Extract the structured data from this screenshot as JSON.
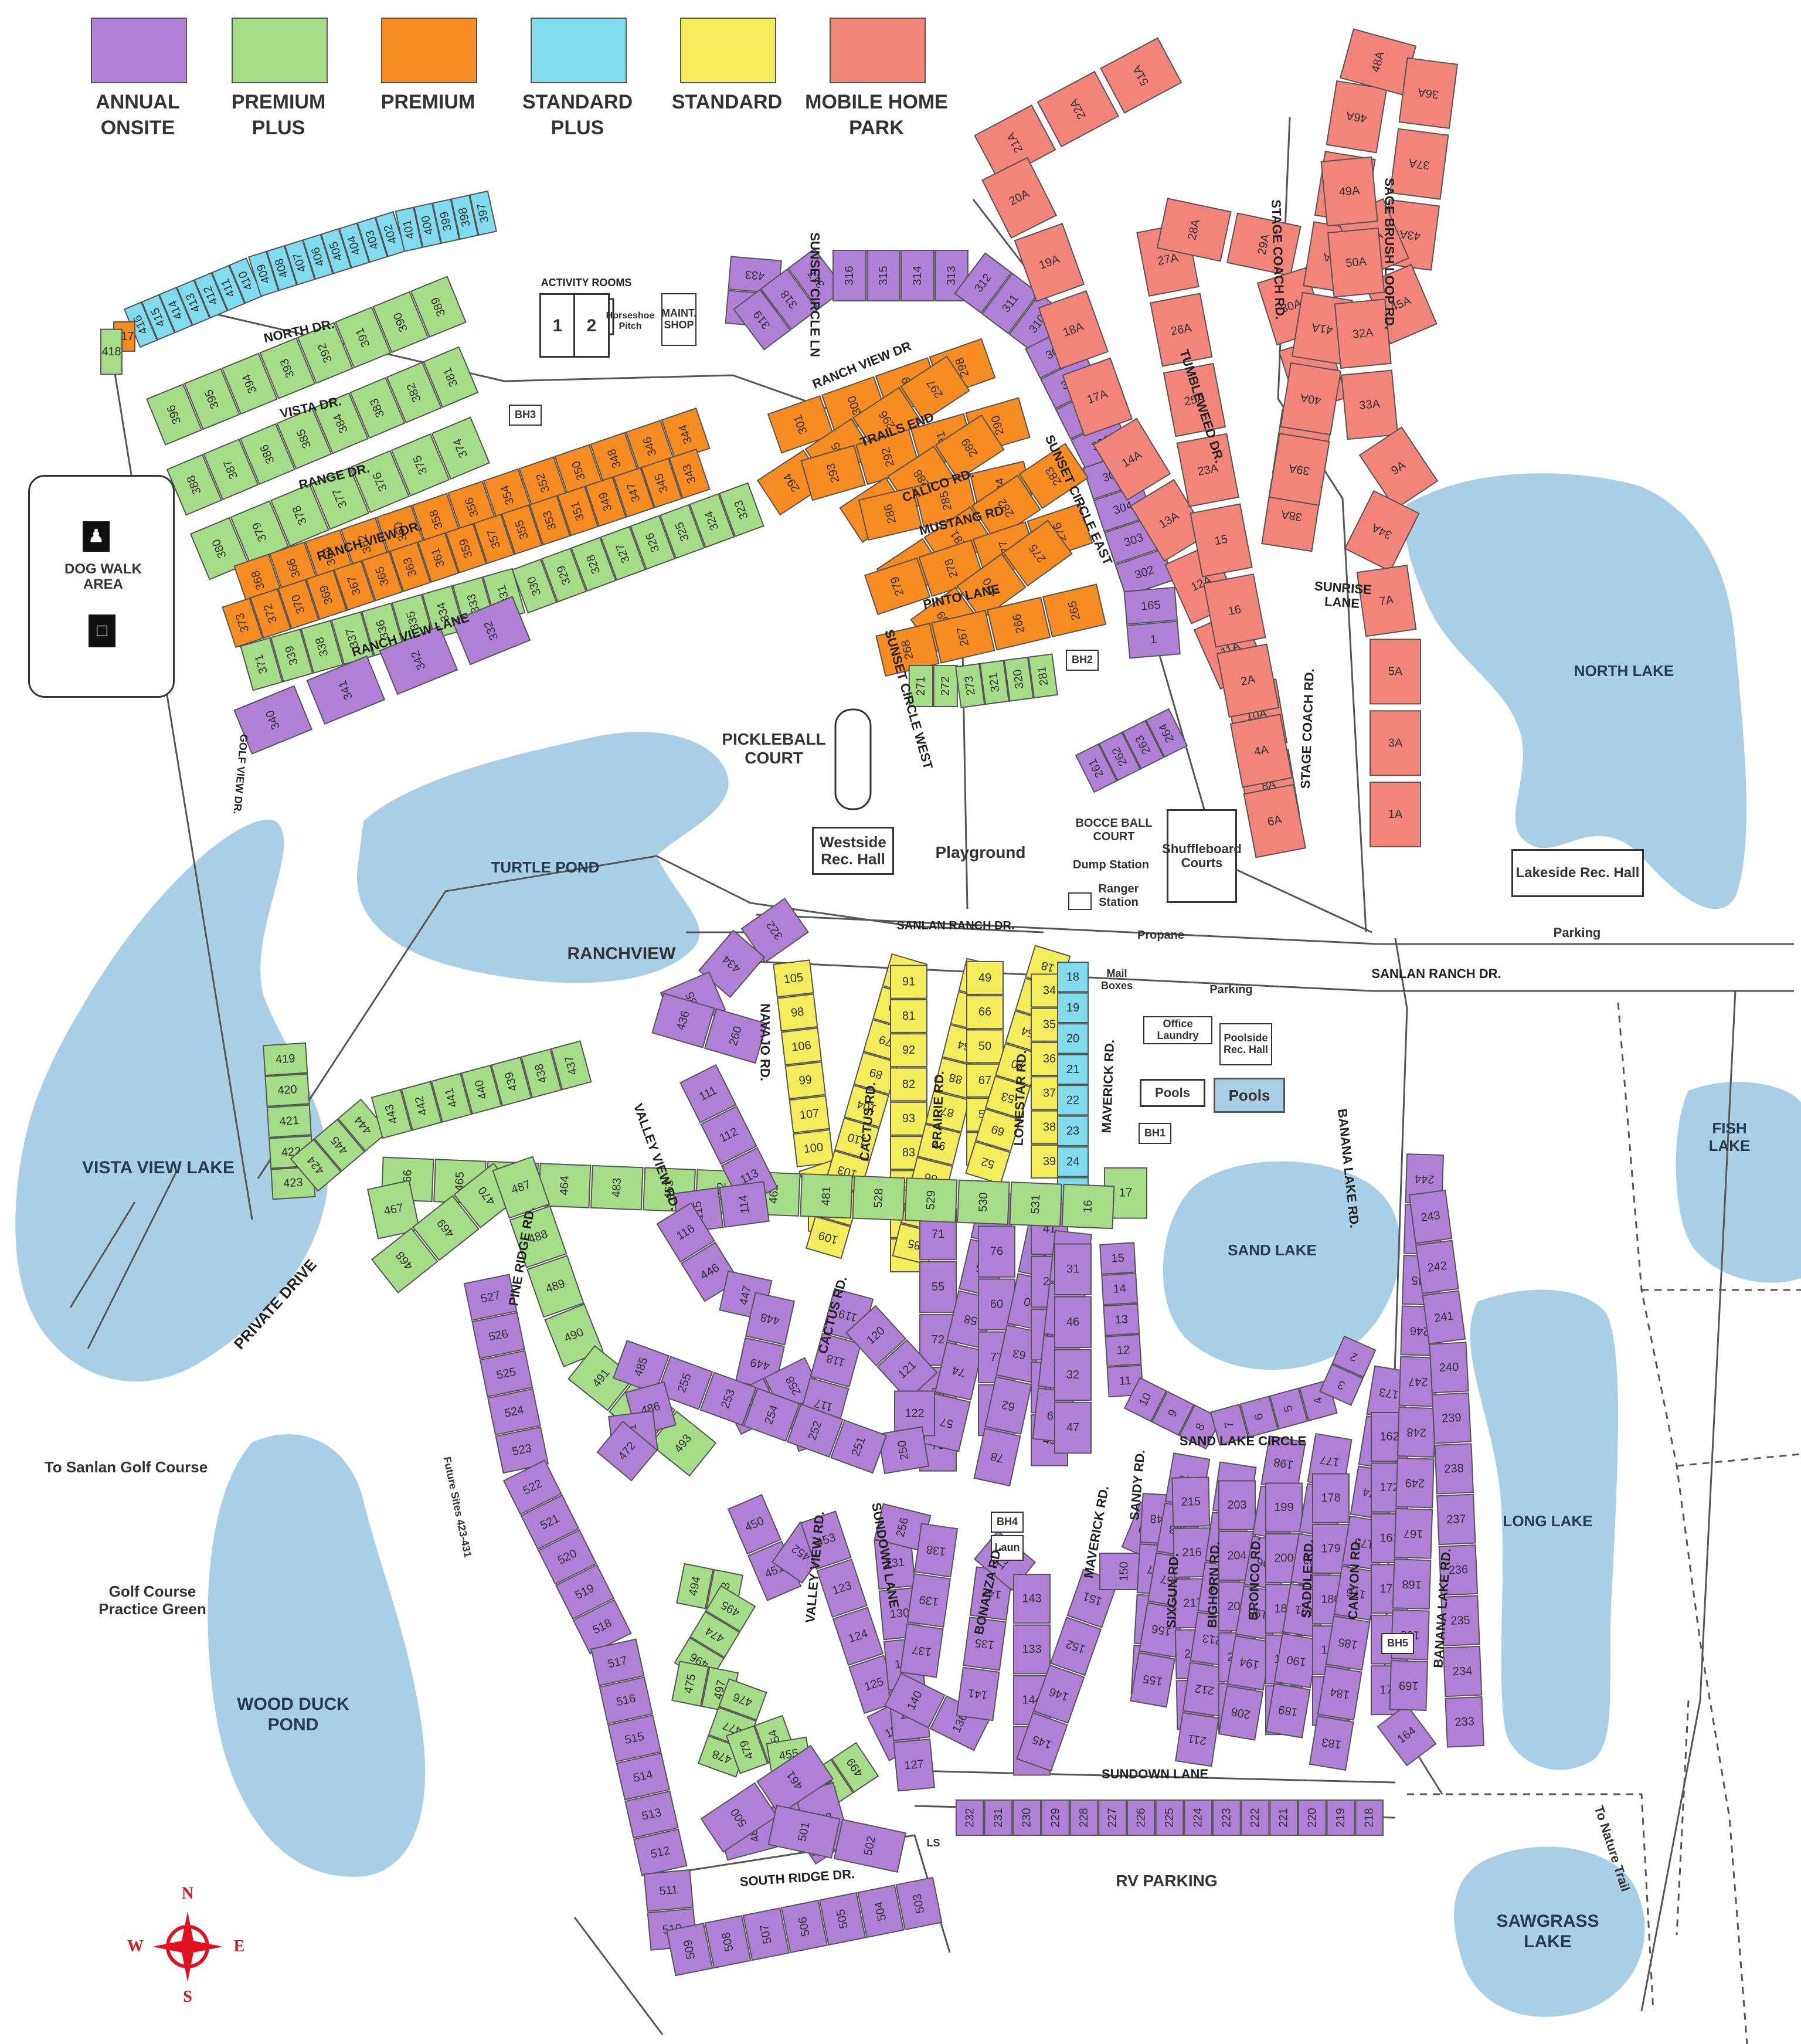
{
  "legend": [
    {
      "label": "ANNUAL\nONSITE",
      "color": "#b07fd6"
    },
    {
      "label": "PREMIUM\nPLUS",
      "color": "#a4dc87"
    },
    {
      "label": "PREMIUM",
      "color": "#f68b21"
    },
    {
      "label": "STANDARD\nPLUS",
      "color": "#7fdbed"
    },
    {
      "label": "STANDARD",
      "color": "#f4ec5a"
    },
    {
      "label": "MOBILE HOME\nPARK",
      "color": "#f2847a"
    }
  ],
  "colors": {
    "water": "#a9cfe6",
    "road": "#ffffff",
    "road_edge": "#555555",
    "compass": "#e0101e"
  },
  "water": {
    "north_lake": "NORTH LAKE",
    "turtle_pond": "TURTLE POND",
    "vista_view_lake": "VISTA VIEW LAKE",
    "sand_lake": "SAND LAKE",
    "fish_lake": "FISH\nLAKE",
    "long_lake": "LONG LAKE",
    "wood_duck_pond": "WOOD DUCK\nPOND",
    "sawgrass_lake": "SAWGRASS\nLAKE"
  },
  "facilities": {
    "activity_rooms": "ACTIVITY ROOMS",
    "room_1": "1",
    "room_2": "2",
    "horseshoe": "Horseshoe\nPitch",
    "maint_shop": "MAINT.\nSHOP",
    "dog_walk": "DOG WALK\nAREA",
    "pickleball": "PICKLEBALL\nCOURT",
    "westside_rec": "Westside\nRec. Hall",
    "playground": "Playground",
    "bocce": "BOCCE BALL\nCOURT",
    "dump_station": "Dump Station",
    "ranger_station": "Ranger\nStation",
    "shuffleboard": "Shuffleboard\nCourts",
    "propane": "Propane",
    "lakeside_rec": "Lakeside Rec. Hall",
    "parking_1": "Parking",
    "parking_2": "Parking",
    "mail_boxes": "Mail Boxes",
    "office_laundry": "Office Laundry",
    "poolside_rec": "Poolside\nRec. Hall",
    "pools_small": "Pools",
    "pools_large": "Pools",
    "ranchview": "RANCHVIEW",
    "rv_parking": "RV PARKING",
    "golf_course": "To Sanlan Golf Course",
    "practice_green": "Golf Course\nPractice Green",
    "nature_trail": "To Nature Trail",
    "future_sites": "Future Sites 423-431",
    "ls": "LS",
    "bonanza_laun": "Laun"
  },
  "bathhouses": [
    "BH1",
    "BH2",
    "BH3",
    "BH4",
    "BH5"
  ],
  "roads": {
    "north_dr": "NORTH DR.",
    "vista_dr": "VISTA DR.",
    "range_dr": "RANGE DR.",
    "ranch_view_dr": "RANCH VIEW DR.",
    "ranch_view_lane": "RANCH VIEW LANE",
    "ranch_view_dr_2": "RANCH VIEW DR",
    "trails_end": "TRAILS END",
    "calico_rd": "CALICO RD.",
    "mustang_rd": "MUSTANG RD",
    "pinto_lane": "PINTO LANE",
    "sunset_circle_ln": "SUNSET CIRCLE LN",
    "sunset_circle_east": "SUNSET CIRCLE EAST",
    "sunset_circle_west": "SUNSET CIRCLE WEST",
    "tumbleweed_dr": "TUMBLEWEED DR.",
    "stage_coach_rd": "STAGE COACH RD.",
    "stage_coach_rd_2": "STAGE COACH RD.",
    "sage_brush_loop": "SAGE BRUSH LOOP RD.",
    "sunrise_lane": "SUNRISE LANE",
    "golf_view_dr": "GOLF VIEW DR.",
    "private_drive": "PRIVATE DRIVE",
    "sanlan_ranch_dr": "SANLAN RANCH DR.",
    "sanlan_ranch_dr_2": "SANLAN RANCH DR.",
    "navajo_rd": "NAVAJO RD.",
    "cactus_rd": "CACTUS RD.",
    "cactus_rd_2": "CACTUS RD.",
    "prairie_rd": "PRAIRIE RD.",
    "lonestar_rd": "LONESTAR RD.",
    "maverick_rd": "MAVERICK RD.",
    "maverick_rd_2": "MAVERICK RD.",
    "valley_view_rd": "VALLEY VIEW RD.",
    "valley_view_rd_2": "VALLEY VIEW RD.",
    "pine_ridge_rd": "PINE RIDGE RD.",
    "sundown_lane": "SUNDOWN LANE",
    "sundown_lane_2": "SUNDOWN LANE",
    "bonanza_rd": "BONANZA RD.",
    "sand_lake_circle": "SAND LAKE CIRCLE",
    "sandy_rd": "SANDY RD.",
    "sixgun_rd": "SIXGUN RD.",
    "bighorn_rd": "BIGHORN RD.",
    "bronco_rd": "BRONCO RD.",
    "saddle_rd": "SADDLE RD.",
    "canyon_rd": "CANYON RD.",
    "banana_lake_rd": "BANANA LAKE RD.",
    "banana_lake_rd_2": "BANANA LAKE RD.",
    "south_ridge_dr": "SOUTH RIDGE DR."
  },
  "compass": {
    "n": "N",
    "e": "E",
    "s": "S",
    "w": "W"
  },
  "sites": [
    {
      "cat": "standard_plus",
      "labels": [
        "416",
        "415",
        "414",
        "413",
        "412",
        "411",
        "410",
        "409",
        "408",
        "407",
        "406",
        "405",
        "404",
        "403",
        "402",
        "401",
        "400",
        "399",
        "398",
        "397"
      ]
    },
    {
      "cat": "premium",
      "labels": [
        "417"
      ]
    },
    {
      "cat": "premium_plus",
      "labels": [
        "418"
      ]
    },
    {
      "cat": "premium_plus",
      "labels": [
        "396",
        "395",
        "394",
        "393",
        "392",
        "391",
        "390",
        "389"
      ]
    },
    {
      "cat": "premium_plus",
      "labels": [
        "388",
        "387",
        "386",
        "385",
        "384",
        "383",
        "382",
        "381"
      ]
    },
    {
      "cat": "premium_plus",
      "labels": [
        "380",
        "379",
        "378",
        "377",
        "376",
        "375",
        "374"
      ]
    },
    {
      "cat": "premium",
      "labels": [
        "368",
        "366",
        "364",
        "362",
        "360",
        "358",
        "356",
        "354",
        "352",
        "350",
        "348",
        "346",
        "344"
      ]
    },
    {
      "cat": "premium",
      "labels": [
        "373",
        "372",
        "370",
        "369",
        "367",
        "365",
        "363",
        "361",
        "359",
        "357",
        "355",
        "353",
        "351",
        "349",
        "347",
        "345",
        "343"
      ]
    },
    {
      "cat": "premium_plus",
      "labels": [
        "371",
        "339",
        "338",
        "337",
        "336",
        "335",
        "334",
        "333",
        "331",
        "330",
        "329",
        "328",
        "327",
        "326",
        "325",
        "324",
        "323"
      ]
    },
    {
      "cat": "annual",
      "labels": [
        "332",
        "342",
        "341",
        "340"
      ]
    },
    {
      "cat": "annual",
      "labels": [
        "433",
        "432",
        "319",
        "318",
        "317",
        "316",
        "315",
        "314",
        "313",
        "312",
        "311",
        "310",
        "309",
        "308",
        "307",
        "306",
        "305",
        "304",
        "303",
        "302",
        "165",
        "1"
      ]
    },
    {
      "cat": "premium",
      "labels": [
        "301",
        "300",
        "299",
        "298",
        "297",
        "296",
        "295",
        "294",
        "293",
        "292",
        "291",
        "290",
        "289",
        "288",
        "287",
        "286",
        "285",
        "284",
        "283",
        "282",
        "281",
        "280",
        "279",
        "278",
        "277",
        "276",
        "275",
        "270",
        "269",
        "268",
        "267",
        "266",
        "265"
      ]
    },
    {
      "cat": "premium_plus",
      "labels": [
        "271",
        "272",
        "273",
        "321",
        "320",
        "281"
      ]
    },
    {
      "cat": "annual",
      "labels": [
        "261",
        "262",
        "263",
        "264"
      ]
    },
    {
      "cat": "mobile",
      "labels": [
        "51A",
        "22A",
        "21A",
        "20A",
        "19A",
        "18A",
        "17A",
        "14A",
        "13A",
        "12A",
        "11A",
        "10A",
        "8A",
        "6A",
        "4A",
        "2A",
        "16",
        "15",
        "23A",
        "25A",
        "26A",
        "27A",
        "28A",
        "29A",
        "30A",
        "31A",
        "35A",
        "38A",
        "39A",
        "40A",
        "41A",
        "42A",
        "44A",
        "46A",
        "48A",
        "36A",
        "37A",
        "43A",
        "45A",
        "47A",
        "49A",
        "50A",
        "32A",
        "33A",
        "9A",
        "34A",
        "7A",
        "5A",
        "3A",
        "1A"
      ]
    },
    {
      "cat": "annual",
      "labels": [
        "322",
        "434",
        "435",
        "436",
        "260"
      ]
    },
    {
      "cat": "premium_plus",
      "labels": [
        "419",
        "420",
        "421",
        "422",
        "423",
        "424",
        "445",
        "444",
        "443",
        "442",
        "441",
        "440",
        "439",
        "438",
        "437"
      ]
    },
    {
      "cat": "standard",
      "labels": [
        "105",
        "98",
        "106",
        "99",
        "107",
        "100",
        "108",
        "101",
        "109",
        "102",
        "103",
        "110",
        "104",
        "89",
        "79",
        "90",
        "80",
        "91",
        "81",
        "92",
        "82",
        "93",
        "83",
        "94",
        "84",
        "95",
        "85",
        "96",
        "86",
        "97",
        "87",
        "88",
        "64",
        "48",
        "65",
        "49",
        "66",
        "50",
        "67",
        "51",
        "68",
        "52",
        "69",
        "53",
        "70",
        "54",
        "33",
        "18",
        "34",
        "35",
        "36",
        "37",
        "38",
        "39"
      ]
    },
    {
      "cat": "standard_plus",
      "labels": [
        "18",
        "19",
        "20",
        "21",
        "22",
        "23",
        "24",
        "25"
      ]
    },
    {
      "cat": "annual",
      "labels": [
        "71",
        "55",
        "72",
        "56",
        "73",
        "57",
        "74",
        "58",
        "75",
        "59",
        "76",
        "60",
        "77",
        "61",
        "78",
        "62",
        "63",
        "40",
        "26",
        "41",
        "27",
        "42",
        "28",
        "43",
        "29",
        "44",
        "30",
        "45",
        "31",
        "46",
        "32",
        "47"
      ]
    },
    {
      "cat": "premium_plus",
      "labels": [
        "17",
        "16",
        "531",
        "530",
        "529",
        "528",
        "481",
        "462",
        "482",
        "463",
        "483",
        "464",
        "484",
        "465",
        "466",
        "467",
        "468",
        "469",
        "470",
        "487",
        "488",
        "489",
        "490",
        "491",
        "492",
        "493"
      ]
    },
    {
      "cat": "annual",
      "labels": [
        "15",
        "14",
        "13",
        "12",
        "11",
        "10",
        "9",
        "8",
        "7",
        "6",
        "5",
        "4",
        "3",
        "2"
      ]
    },
    {
      "cat": "annual",
      "labels": [
        "111",
        "112",
        "113",
        "114",
        "115",
        "116",
        "446",
        "447",
        "448",
        "449",
        "257",
        "258",
        "259",
        "117",
        "118",
        "119",
        "120",
        "121",
        "122",
        "250",
        "251",
        "252",
        "254",
        "253",
        "255",
        "485",
        "486",
        "471",
        "472"
      ]
    },
    {
      "cat": "annual",
      "labels": [
        "527",
        "526",
        "525",
        "524",
        "523",
        "522",
        "521",
        "520",
        "519",
        "518",
        "517",
        "516",
        "515",
        "514",
        "513",
        "512",
        "511",
        "510",
        "509",
        "508",
        "507",
        "506",
        "505",
        "504",
        "503"
      ]
    },
    {
      "cat": "annual",
      "labels": [
        "450",
        "451",
        "452",
        "453",
        "123",
        "124",
        "125",
        "126",
        "127",
        "128",
        "129",
        "130",
        "131",
        "256",
        "138",
        "139",
        "137",
        "140",
        "136",
        "141",
        "135",
        "142",
        "134",
        "143",
        "133",
        "144",
        "132",
        "145",
        "146",
        "152",
        "151",
        "150",
        "149",
        "148",
        "147",
        "153",
        "154",
        "155",
        "156",
        "157",
        "158",
        "159",
        "215",
        "216",
        "217",
        "209",
        "210",
        "211",
        "212",
        "213",
        "214",
        "201",
        "202",
        "203",
        "204",
        "205",
        "206",
        "207",
        "208",
        "194",
        "195",
        "196",
        "197",
        "198",
        "199",
        "200",
        "186",
        "187",
        "188",
        "189",
        "190",
        "191",
        "192",
        "193",
        "177",
        "178",
        "179",
        "180",
        "181",
        "182",
        "183",
        "184",
        "185",
        "176",
        "175",
        "174",
        "160",
        "173",
        "162",
        "172",
        "161",
        "171",
        "163",
        "170",
        "164",
        "169",
        "166",
        "168",
        "167",
        "249",
        "248",
        "247",
        "246",
        "245",
        "274",
        "244",
        "243",
        "242",
        "241",
        "240",
        "239",
        "238",
        "237",
        "236",
        "235",
        "234",
        "233"
      ]
    },
    {
      "cat": "premium_plus",
      "labels": [
        "494",
        "473",
        "495",
        "474",
        "496",
        "475",
        "497",
        "476",
        "477",
        "478",
        "479",
        "454",
        "455",
        "459",
        "460",
        "498",
        "499"
      ]
    },
    {
      "cat": "annual",
      "labels": [
        "480",
        "457",
        "458",
        "461",
        "500",
        "501",
        "502"
      ]
    },
    {
      "cat": "annual",
      "labels": [
        "232",
        "231",
        "230",
        "229",
        "228",
        "227",
        "226",
        "225",
        "224",
        "223",
        "222",
        "221",
        "220",
        "219",
        "218"
      ]
    }
  ]
}
